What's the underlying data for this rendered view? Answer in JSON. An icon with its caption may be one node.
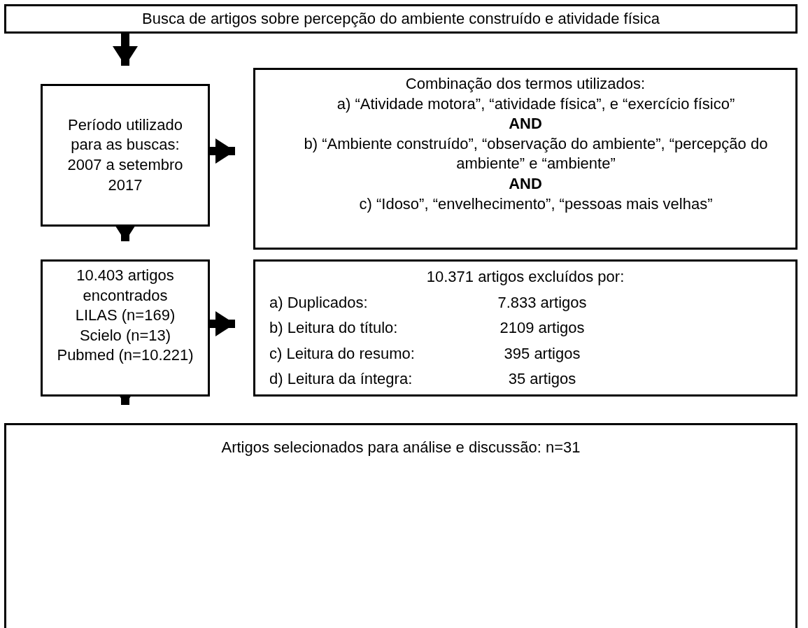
{
  "diagram": {
    "nodes": [
      {
        "text": [
          "Busca de artigos sobre percepção do ambiente construído e atividade física"
        ]
      },
      {
        "text": [
          "Período utilizado para as buscas: 2007 a setembro 2017"
        ]
      },
      {
        "text": [
          "Combinação dos termos utilizados:",
          "a) “Atividade motora”, “atividade física”, e “exercício físico”",
          "AND",
          "b) “Ambiente construído”, “observação do ambiente”, “percepção do ambiente” e “ambiente”",
          "AND",
          "c) “Idoso”, “envelhecimento”, “pessoas mais velhas”"
        ]
      },
      {
        "text": [
          "10.403 artigos encontrados",
          "LILAS (n=169)",
          "Scielo (n=13)",
          "Pubmed (n=10.221)"
        ]
      },
      {
        "text": [
          "10.371 artigos excluídos por:",
          "a) Duplicados:",
          "7.833 artigos",
          "b) Leitura do título:",
          "2109 artigos",
          "c) Leitura do resumo:",
          "395 artigos",
          "d) Leitura da íntegra:",
          "35 artigos"
        ]
      },
      {
        "text": [
          "Artigos selecionados para análise e discussão: n=31"
        ]
      }
    ],
    "edges": [
      {
        "from": 0,
        "to": 1,
        "arrow": "to"
      },
      {
        "from": 1,
        "to": 2,
        "arrow": "to"
      },
      {
        "from": 1,
        "to": 3,
        "arrow": "to"
      },
      {
        "from": 3,
        "to": 4,
        "arrow": "to"
      },
      {
        "from": 3,
        "to": 5,
        "arrow": "to"
      }
    ]
  }
}
